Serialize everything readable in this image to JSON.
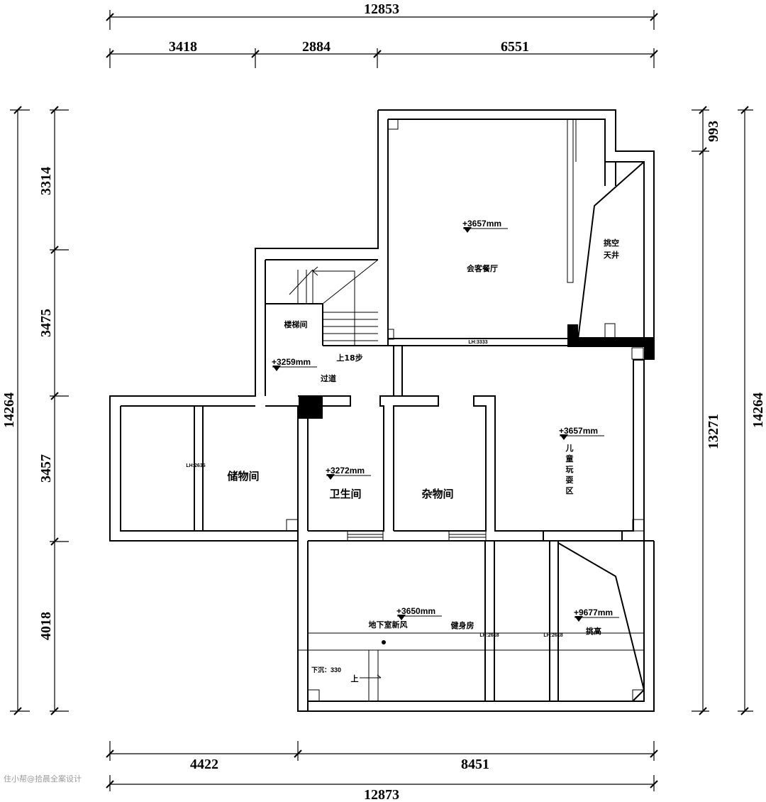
{
  "dimensions": {
    "top_total": "12853",
    "top_segments": [
      "3418",
      "2884",
      "6551"
    ],
    "bottom_segments": [
      "4422",
      "8451"
    ],
    "bottom_total": "12873",
    "left_total": "14264",
    "left_segments": [
      "3314",
      "3475",
      "3457",
      "4018"
    ],
    "right_inner_top": "993",
    "right_inner": "13271",
    "right_total": "14264"
  },
  "rooms": {
    "living": "会客餐厅",
    "void_line1": "挑空",
    "void_line2": "天井",
    "stair": "楼梯间",
    "stair_note": "上18步",
    "corridor": "过道",
    "storage": "储物间",
    "bathroom": "卫生间",
    "utility": "杂物间",
    "kids_chars": [
      "儿",
      "童",
      "玩",
      "耍",
      "区"
    ],
    "basement_air": "地下室新风",
    "gym": "健身房",
    "void_bottom": "挑高",
    "sunken": "下沉：330",
    "up_mark": "上"
  },
  "elevations": {
    "living": "+3657mm",
    "corridor": "+3259mm",
    "bathroom": "+3272mm",
    "kids": "+3657mm",
    "basement": "+3650mm",
    "void_bottom": "+9677mm"
  },
  "small_labels": {
    "lh_living": "LH:3333",
    "lh_storage": "LH:2636",
    "lh_gym_1": "LH:2618",
    "lh_gym_2": "LH:2618"
  },
  "watermark": "住小帮@拾晨全案设计"
}
